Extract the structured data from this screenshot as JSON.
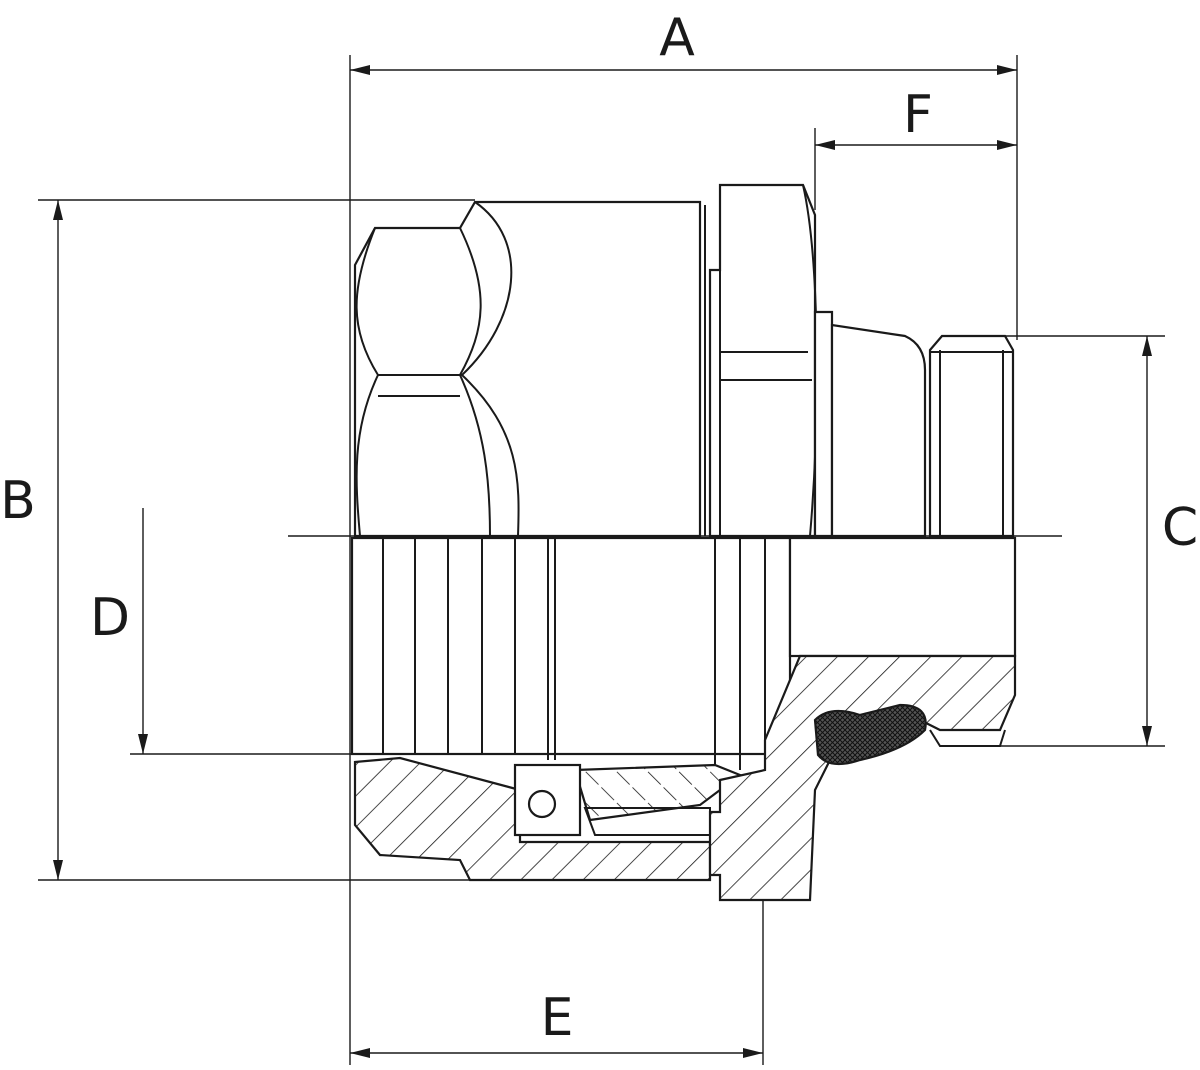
{
  "diagram": {
    "dimension_labels": {
      "a": "A",
      "b": "B",
      "c": "C",
      "d": "D",
      "e": "E",
      "f": "F"
    },
    "colors": {
      "line": "#1a1a1a",
      "background": "#ffffff"
    }
  }
}
